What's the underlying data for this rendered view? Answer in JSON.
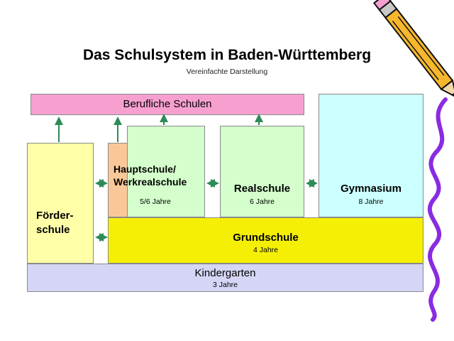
{
  "title": "Das Schulsystem in Baden-Württemberg",
  "subtitle": "Vereinfachte Darstellung",
  "boxes": {
    "berufliche": {
      "label": "Berufliche Schulen",
      "color": "#f7a0d0"
    },
    "foerderschule": {
      "label_line1": "Förder-",
      "label_line2": "schule",
      "color": "#ffffa8"
    },
    "hauptschule": {
      "label_line1": "Hauptschule/",
      "label_line2": "Werkrealschule",
      "years": "5/6 Jahre",
      "color": "#d4ffcc",
      "accent": "#fac898"
    },
    "realschule": {
      "label": "Realschule",
      "years": "6 Jahre",
      "color": "#d4ffcc"
    },
    "gymnasium": {
      "label": "Gymnasium",
      "years": "8 Jahre",
      "color": "#ccffff"
    },
    "grundschule": {
      "label": "Grundschule",
      "years": "4 Jahre",
      "color": "#f5ef05"
    },
    "kindergarten": {
      "label": "Kindergarten",
      "years": "3 Jahre",
      "color": "#d5d5f5"
    }
  },
  "colors": {
    "arrow": "#2e8b57",
    "pencil_body": "#f7b72d",
    "pencil_stripe": "#111111",
    "squiggle": "#8a2be2"
  },
  "icons": {
    "decoration": "pencil-icon"
  }
}
